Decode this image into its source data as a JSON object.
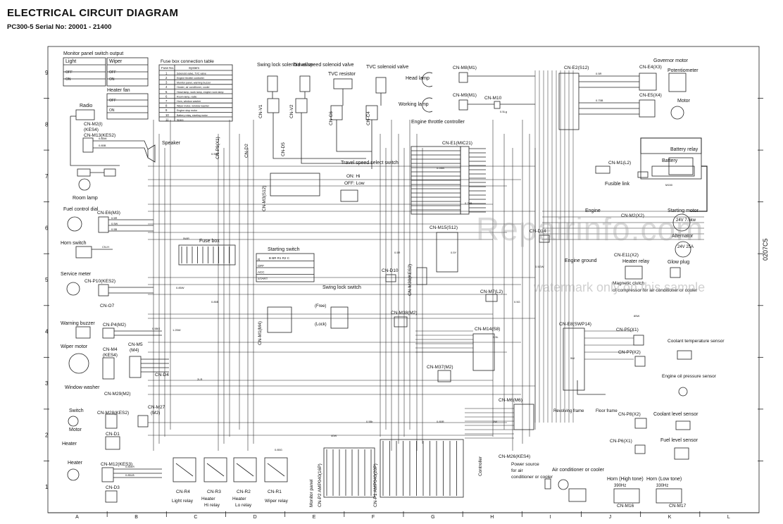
{
  "header": {
    "title": "ELECTRICAL CIRCUIT DIAGRAM",
    "subtitle": "PC300-5  Serial No: 20001 - 21400",
    "watermark": "Repairinfo.com",
    "watermark_note": "watermark only on this sample",
    "sheet_code": "0207C5"
  },
  "grid": {
    "rows": [
      "9",
      "8",
      "7",
      "6",
      "5",
      "4",
      "3",
      "2",
      "1"
    ],
    "cols": [
      "A",
      "B",
      "C",
      "D",
      "E",
      "F",
      "G",
      "H",
      "I",
      "J",
      "K",
      "L"
    ]
  },
  "tables": {
    "monitor_switch": {
      "title": "Monitor panel switch output",
      "light": "Light",
      "wiper": "Wiper",
      "heater_fan": "Heater fan",
      "off": "OFF",
      "on": "ON"
    },
    "fuse_box_table": {
      "title": "Fuse box connection table",
      "col_no": "Fuse No.",
      "col_system": "System",
      "rows": [
        {
          "no": "1",
          "system": "Solenoid valve, TVC valve"
        },
        {
          "no": "2",
          "system": "Engine throttle controller"
        },
        {
          "no": "3",
          "system": "Monitor panel, warning buzzer"
        },
        {
          "no": "4",
          "system": "Heater, air conditioner, cooler"
        },
        {
          "no": "5",
          "system": "Head lamp, work lamp, engine room lamp"
        },
        {
          "no": "6",
          "system": "Room lamp, radio"
        },
        {
          "no": "7",
          "system": "Horn, window washer"
        },
        {
          "no": "8",
          "system": "Wiper motor, window washer"
        },
        {
          "no": "9",
          "system": "Engine stop motor"
        },
        {
          "no": "10",
          "system": "Battery relay, starting motor"
        },
        {
          "no": "11",
          "system": "Spare"
        }
      ]
    }
  },
  "components": {
    "radio": "Radio",
    "speaker": "Speaker",
    "room_lamp": "Room lamp",
    "fuel_control_dial": "Fuel control dial",
    "horn_switch": "Horn switch",
    "service_meter": "Service meter",
    "warning_buzzer": "Warning buzzer",
    "wiper_motor": "Wiper motor",
    "window_washer": "Window washer",
    "switch": "Switch",
    "motor": "Motor",
    "heater": "Heater",
    "swing_lock_solenoid": "Swing lock solenoid valve",
    "travel_speed_solenoid": "Travel speed solenoid valve",
    "tvc_resistor": "TVC resistor",
    "tvc_solenoid": "TVC solenoid valve",
    "fuse_box": "Fuse box",
    "starting_switch": "Starting switch",
    "travel_speed_select": "Travel speed select switch",
    "on_hi": "ON: Hi",
    "off_low": "OFF: Low",
    "swing_lock_switch": "Swing lock switch",
    "free": "(Free)",
    "lock": "(Lock)",
    "head_lamp": "Head lamp",
    "working_lamp": "Working lamp",
    "engine_throttle_controller": "Engine throttle controller",
    "governor_motor": "Governor motor",
    "potentiometer": "Potentiometer",
    "motor_gov": "Motor",
    "battery_relay": "Battery relay",
    "battery": "Battery",
    "fusible_link": "Fusible link",
    "engine": "Engine",
    "starting_motor": "Starting motor",
    "starting_motor_rating": "24V 7.5kw",
    "alternator": "Alternator",
    "alternator_rating": "24V 25A",
    "engine_ground": "Engine ground",
    "heater_relay": "Heater relay",
    "glow_plug": "Glow plug",
    "magnetic_clutch": "Magnetic clutch of compressor for air conditioner or cooler",
    "coolant_temp_sensor": "Coolant temperature sensor",
    "engine_oil_sensor": "Engine oil pressure sensor",
    "revolving_frame": "Revolving frame",
    "floor_frame": "Floor frame",
    "coolant_level_sensor": "Coolant level sensor",
    "fuel_level_sensor": "Fuel level sensor",
    "air_conditioner": "Air conditioner or cooler",
    "power_source": "Power source for air conditioner or cooler",
    "horn_high": "Horn (High tone)",
    "horn_low": "Horn (Low tone)",
    "horn_high_freq": "390Hz",
    "horn_low_freq": "330Hz",
    "light_relay": "Light relay",
    "hi_relay": "Heater Hi relay",
    "lo_relay": "Heater Lo relay",
    "wiper_relay": "Wiper relay",
    "monitor_panel": "Monitor panel",
    "controller": "Controller"
  },
  "connectors": {
    "m2": "CN-M2(I)",
    "m2_sub": "(KES4)",
    "m13": "CN-M13(KES2)",
    "e6": "CN-E6(M3)",
    "p10": "CN-P10(KES2)",
    "o7": "CN-O7",
    "p4": "CN-P4(M2)",
    "m4": "CN-M4",
    "m4_sub": "(KES4)",
    "m5": "CN-M5",
    "m5_sub": "(M4)",
    "d4": "CN-D4",
    "m29": "CN-M29(M2)",
    "m28": "CN-M28(KES2)",
    "m27": "CN-M27",
    "m27_sub": "(M2)",
    "d1": "CN-D1",
    "m12": "CN-M12(KES3)",
    "d3": "CN-D3",
    "p9": "CN-P9(X1)",
    "d2": "CN-D2",
    "d5": "CN-D5",
    "v1": "CN-V1",
    "v2": "CN-V2",
    "c6": "CN-C6",
    "c4": "CN-C4",
    "m3": "CN-M3(S12)",
    "m1": "CN-M1(M4)",
    "m8": "CN-M8(M1)",
    "m9": "CN-M9(M1)",
    "m10": "CN-M10",
    "e1": "CN-E1(MIC21)",
    "e2": "CN-E2(S12)",
    "e4": "CN-E4(X3)",
    "e5": "CN-E5(X4)",
    "m1l2": "CN-M1(L2)",
    "m15": "CN-M15(S12)",
    "d14": "CN-D14",
    "d10": "CN-D10",
    "m30": "CN-M30(KES2)",
    "m7": "CN-M7(L2)",
    "m38": "CN-M38(M2)",
    "m14": "CN-M14(S8)",
    "m37": "CN-M37(M2)",
    "m6": "CN-M6(M6)",
    "m26": "CN-M26(KES4)",
    "m2x2": "CN-M2(X2)",
    "e11": "CN-E11(X2)",
    "e8": "CN-E8(SWP14)",
    "p5": "CN-P5(X1)",
    "p7": "CN-P7(X2)",
    "p8": "CN-P8(X2)",
    "p6": "CN-P6(X1)",
    "m16": "CN-M16",
    "m17": "CN-M17",
    "r4": "CN-R4",
    "r3": "CN-R3",
    "r2": "CN-R2",
    "r1": "CN-R1",
    "p2": "CN-P2 AMP040(16P)",
    "p1": "CN-P1 AMP040(20P)"
  },
  "wire_codes": [
    "0.5W",
    "0.85W",
    "0.85B",
    "0.5R",
    "0.5Y",
    "0.5G",
    "0.5L",
    "0.5Br",
    "0.85R",
    "2W",
    "5W",
    "85W",
    "40W",
    "0.85G",
    "0.5Lg",
    "0.5SB",
    "0.75B",
    "0.5GW",
    "1.25W",
    "2LR"
  ]
}
